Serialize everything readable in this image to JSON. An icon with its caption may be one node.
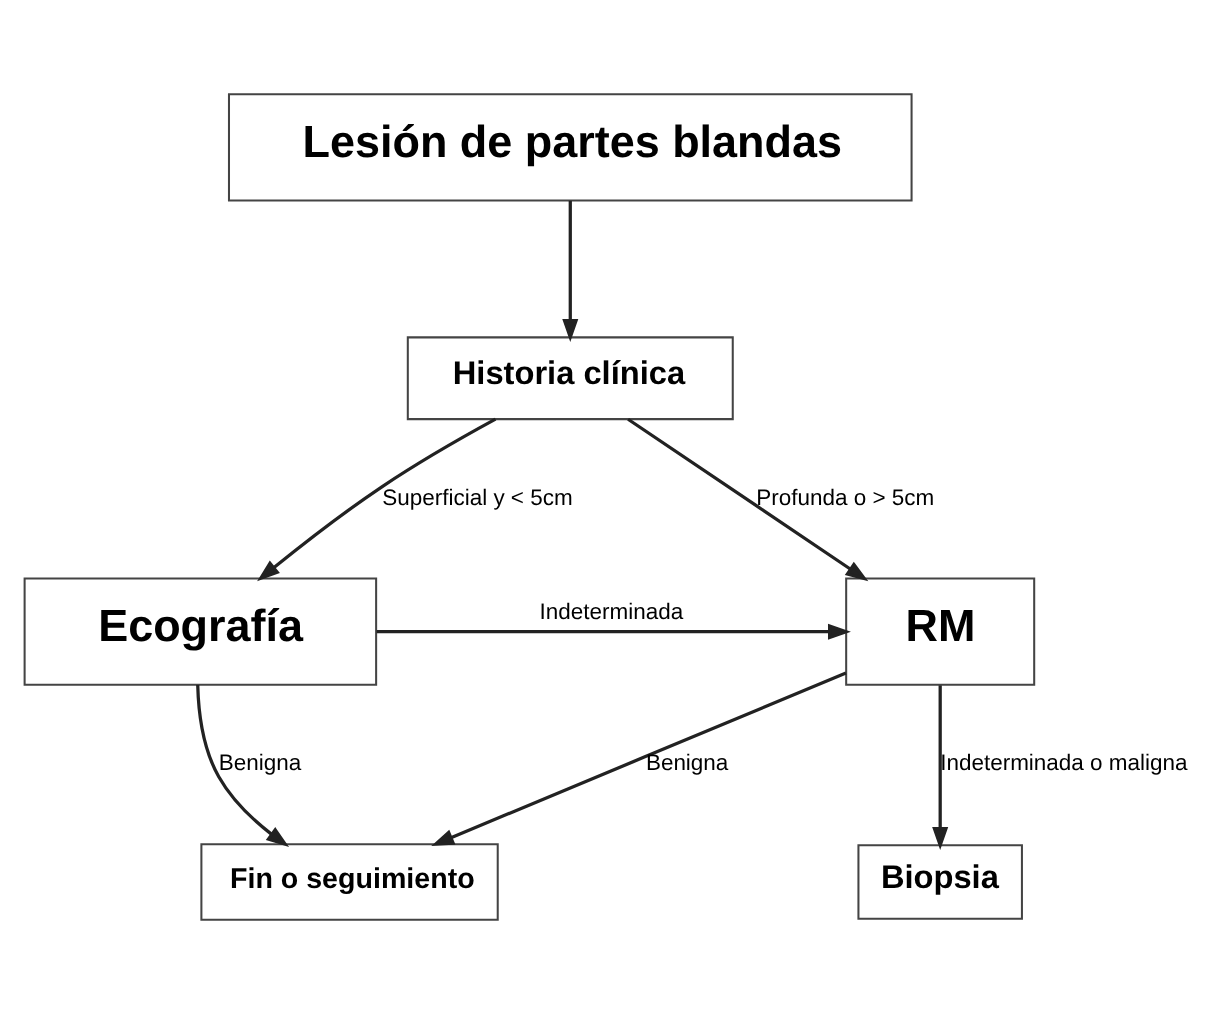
{
  "diagram": {
    "nodes": [
      {
        "text": [
          "Lesión de partes blandas"
        ]
      },
      {
        "text": [
          "Historia clínica"
        ]
      },
      {
        "text": [
          "Ecografía"
        ]
      },
      {
        "text": [
          "RM"
        ]
      },
      {
        "text": [
          "Biopsia"
        ]
      },
      {
        "text": [
          "Fin o seguimiento"
        ]
      }
    ],
    "edges": [
      {
        "from": 0,
        "to": 1,
        "arrow": "to"
      },
      {
        "from": 1,
        "to": 2,
        "arrow": "to",
        "label": "Superficial y < 5cm"
      },
      {
        "from": 1,
        "to": 3,
        "arrow": "to",
        "label": "Profunda o > 5cm"
      },
      {
        "from": 2,
        "to": 3,
        "arrow": "to",
        "label": "Indeterminada"
      },
      {
        "from": 2,
        "to": 5,
        "arrow": "to",
        "label": "Benigna"
      },
      {
        "from": 3,
        "to": 5,
        "arrow": "to",
        "label": "Benigna"
      },
      {
        "from": 3,
        "to": 4,
        "arrow": "to",
        "label": "Indeterminada o maligna"
      }
    ]
  }
}
